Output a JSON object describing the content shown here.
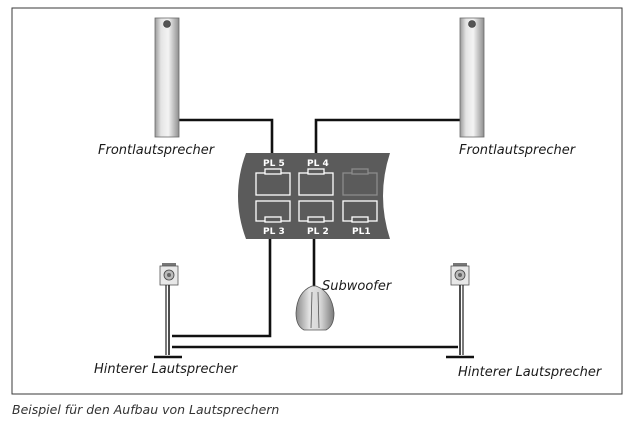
{
  "labels": {
    "front_left": "Frontlautsprecher",
    "front_right": "Frontlautsprecher",
    "subwoofer": "Subwoofer",
    "rear_left": "Hinterer Lautsprecher",
    "rear_right": "Hinterer Lautsprecher"
  },
  "ports": {
    "top": [
      "PL 5",
      "PL 4"
    ],
    "bottom": [
      "PL 3",
      "PL 2",
      "PL1"
    ]
  },
  "caption": "Beispiel für den Aufbau von Lautsprechern"
}
